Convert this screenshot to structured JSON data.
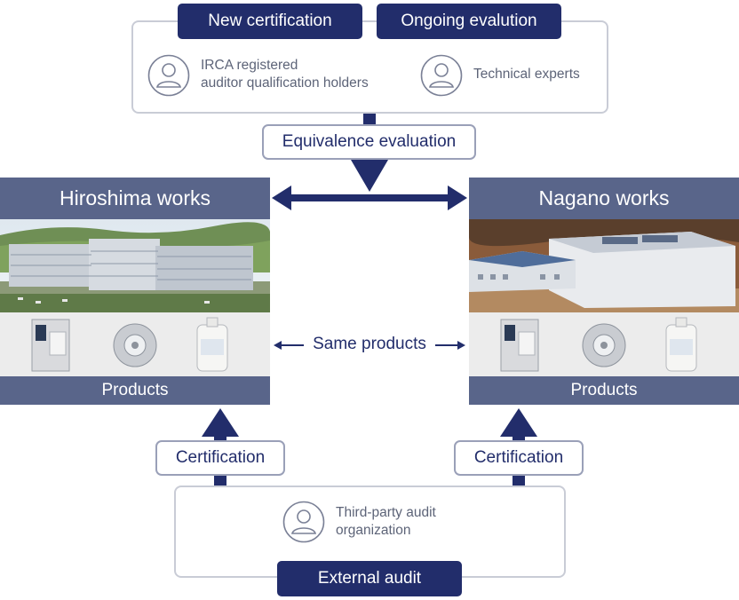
{
  "top": {
    "tabs": [
      "New certification",
      "Ongoing evalution"
    ],
    "roles": [
      {
        "line1": "IRCA registered",
        "line2": "auditor qualification holders",
        "icon": "person-icon"
      },
      {
        "line1": "Technical experts",
        "line2": "",
        "icon": "person-icon"
      }
    ]
  },
  "equivalence_label": "Equivalence evaluation",
  "plants": [
    {
      "name": "Hiroshima works",
      "products_label": "Products"
    },
    {
      "name": "Nagano works",
      "products_label": "Products"
    }
  ],
  "same_products_label": "Same products",
  "certification_labels": [
    "Certification",
    "Certification"
  ],
  "bottom": {
    "auditor_line1": "Third-party audit",
    "auditor_line2": "organization",
    "external_audit_label": "External audit"
  },
  "colors": {
    "navy": "#222d6b",
    "slate": "#59658a",
    "border": "#c9ccd6",
    "text_gray": "#5d6478"
  }
}
